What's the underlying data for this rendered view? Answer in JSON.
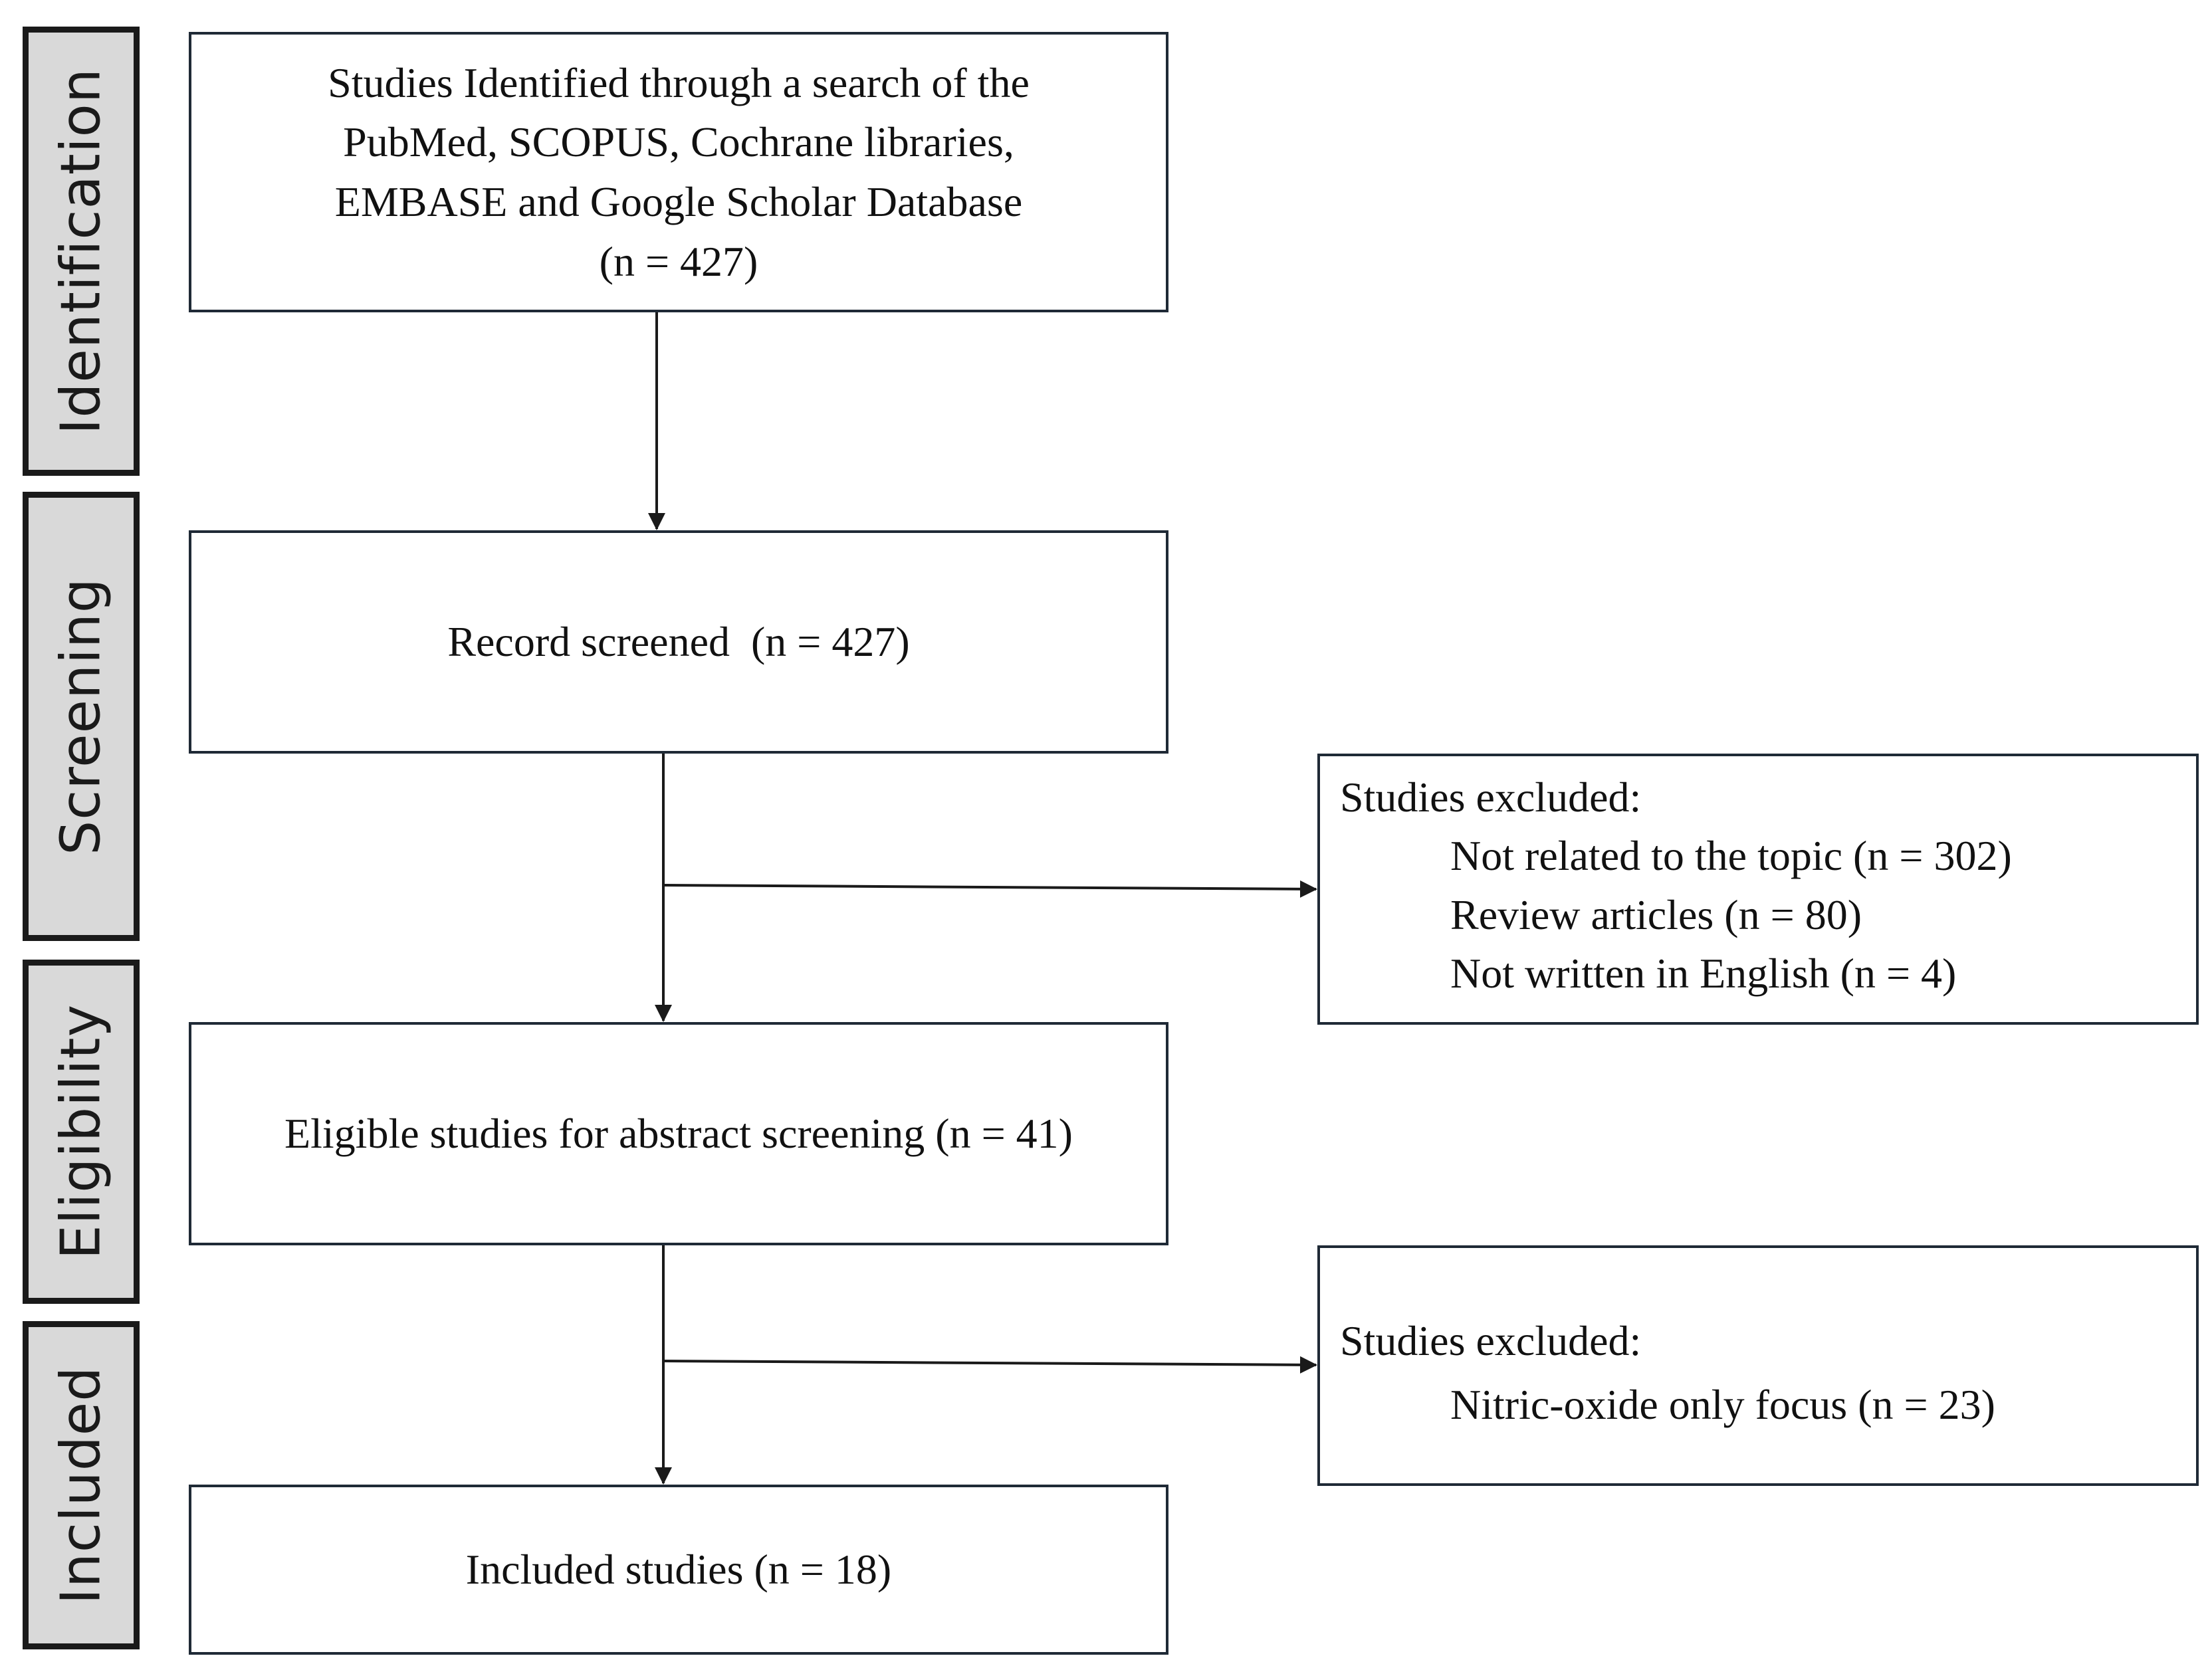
{
  "stages": {
    "identification": "Identification",
    "screening": "Screening",
    "eligibility": "Eligibility",
    "included": "Included"
  },
  "boxes": {
    "identified": {
      "lines": [
        "Studies Identified through a search of the",
        "PubMed, SCOPUS, Cochrane libraries,",
        "EMBASE and Google Scholar Database",
        "(n = 427)"
      ]
    },
    "screened": {
      "text": "Record screened  (n = 427)"
    },
    "eligible": {
      "text": "Eligible studies for abstract screening (n = 41)"
    },
    "included": {
      "text": "Included studies (n = 18)"
    },
    "excluded_1": {
      "heading": "Studies excluded:",
      "items": [
        "Not related to the topic (n = 302)",
        "Review articles (n = 80)",
        "Not written in English (n = 4)"
      ]
    },
    "excluded_2": {
      "heading": "Studies excluded:",
      "items": [
        "Nitric-oxide only focus (n = 23)"
      ]
    }
  },
  "colors": {
    "stage_fill": "#d9d9d9",
    "stage_border": "#1a1a1a",
    "box_border": "#1f2a36",
    "arrow": "#1a1a1a"
  }
}
